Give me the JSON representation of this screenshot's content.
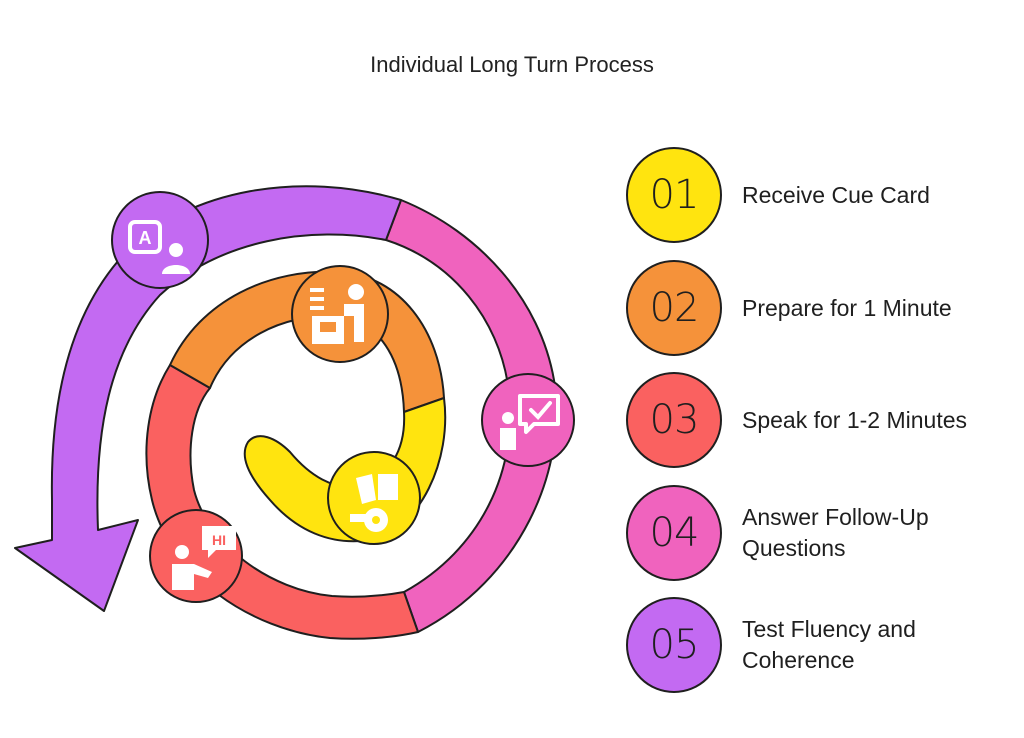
{
  "title": "Individual Long Turn Process",
  "colors": {
    "yellow": "#FFE40F",
    "orange": "#F5923A",
    "red": "#FA6160",
    "pink": "#F063BE",
    "purple": "#C36AF2",
    "outline": "#1f1f1f"
  },
  "steps": [
    {
      "number": "01",
      "label": "Receive Cue Card",
      "color": "#FFE40F"
    },
    {
      "number": "02",
      "label": "Prepare for 1 Minute",
      "color": "#F5923A"
    },
    {
      "number": "03",
      "label": "Speak for 1-2 Minutes",
      "color": "#FA6160"
    },
    {
      "number": "04",
      "label": "Answer Follow-Up Questions",
      "color": "#F063BE"
    },
    {
      "number": "05",
      "label": "Test Fluency and Coherence",
      "color": "#C36AF2"
    }
  ],
  "icons": {
    "hi_bubble_text": "HI",
    "letter_avatar_text": "A"
  }
}
